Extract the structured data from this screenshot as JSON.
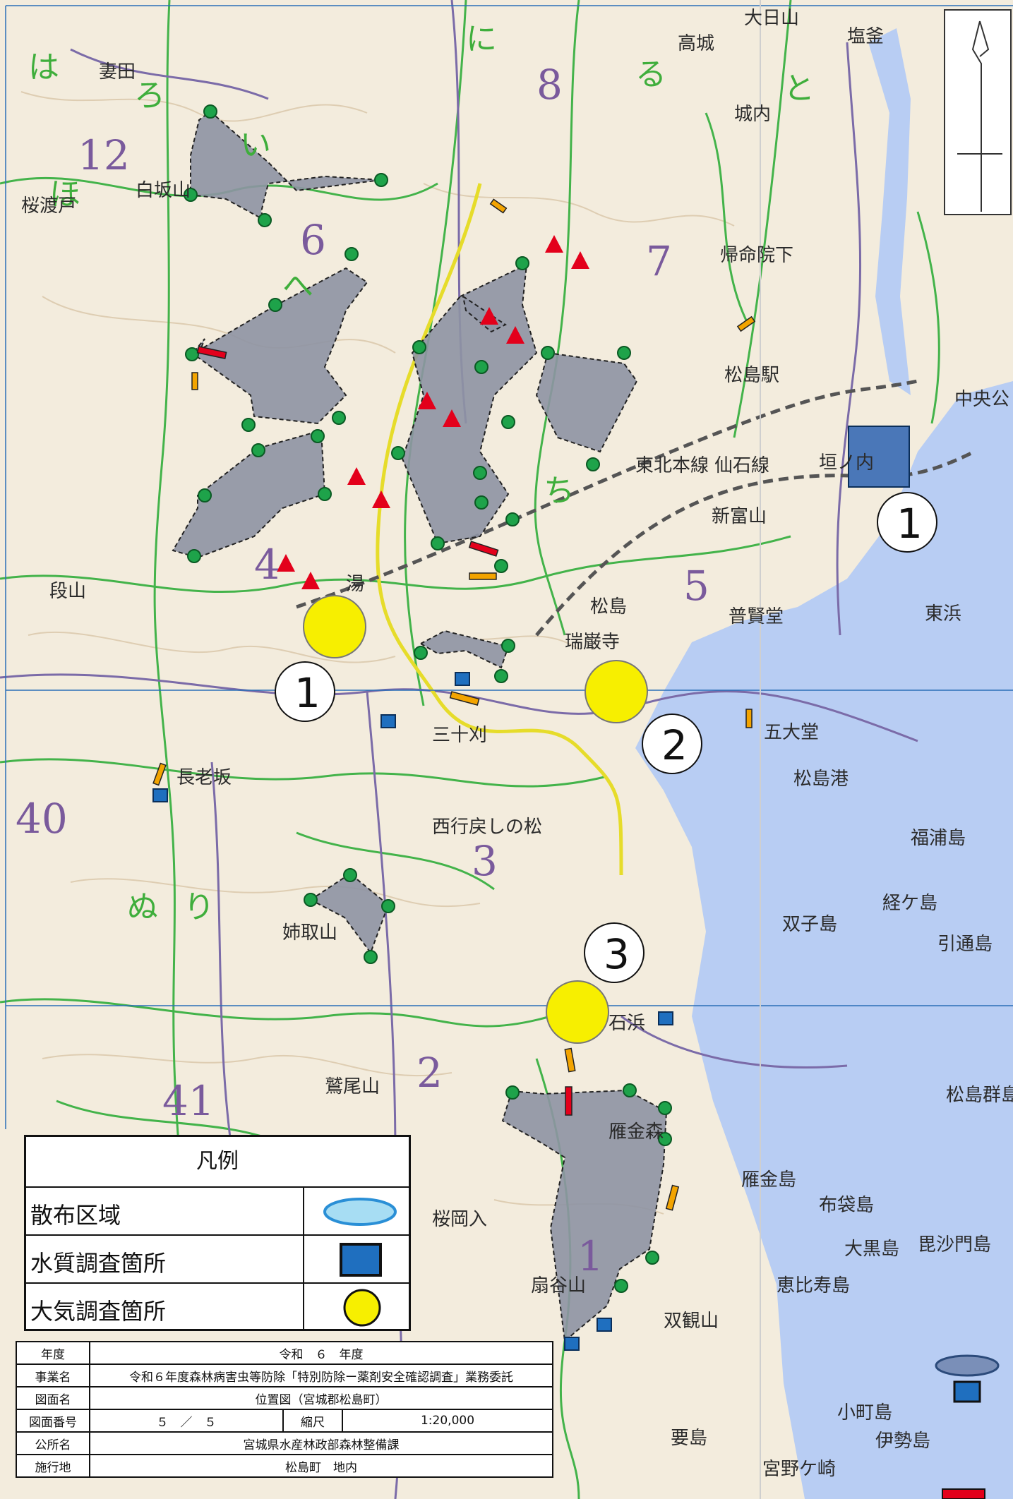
{
  "map_labels": {
    "kana_labels": [
      "は",
      "ろ",
      "い",
      "ほ",
      "に",
      "へ",
      "と",
      "ち",
      "ぬ",
      "り",
      "る"
    ],
    "compartment_numbers": [
      "12",
      "6",
      "8",
      "7",
      "4",
      "5",
      "3",
      "40",
      "41",
      "2",
      "1"
    ],
    "place_names": [
      "大日山",
      "白坂山",
      "松島駅",
      "中央公",
      "新富山",
      "東北本線",
      "仙石線",
      "普賢堂",
      "瑞巌寺",
      "五大堂",
      "松島港",
      "福浦島",
      "経ケ島",
      "双子島",
      "引通島",
      "松島群島",
      "三十刈",
      "西行戻しの松",
      "姉取山",
      "鷲尾山",
      "雁金森",
      "桜岡入",
      "扇谷山",
      "双観山",
      "雁金島",
      "布袋島",
      "大黒島",
      "毘沙門島",
      "恵比寿島",
      "要島",
      "小町島",
      "伊勢島",
      "宮野ケ崎",
      "湯",
      "段山",
      "長老坂",
      "石浜",
      "東浜",
      "帰命院下",
      "城内",
      "高城",
      "妻田",
      "桜渡戸",
      "松島",
      "垣ノ内",
      "塩釜"
    ],
    "marker_numbers": [
      "1",
      "1",
      "2",
      "3"
    ]
  },
  "legend": {
    "title": "凡例",
    "rows": [
      {
        "label": "散布区域",
        "symbol": "spray-area-ellipse"
      },
      {
        "label": "水質調査箇所",
        "symbol": "water-quality-square"
      },
      {
        "label": "大気調査箇所",
        "symbol": "air-survey-circle"
      }
    ]
  },
  "info_table": {
    "rows": [
      {
        "label": "年度",
        "value": "令和　６　年度"
      },
      {
        "label": "事業名",
        "value": "令和６年度森林病害虫等防除「特別防除ー薬剤安全確認調査」業務委託"
      },
      {
        "label": "図面名",
        "value": "位置図（宮城郡松島町）"
      },
      {
        "label": "図面番号",
        "value": "５　／　５",
        "scale_label": "縮尺",
        "scale_value": "1:20,000"
      },
      {
        "label": "公所名",
        "value": "宮城県水産林政部森林整備課"
      },
      {
        "label": "施行地",
        "value": "松島町　地内"
      }
    ]
  },
  "colors": {
    "land": "#f3ecdd",
    "sea": "#b8cdf3",
    "spray_area": "#8e94a3",
    "water_marker": "#1f6fbf",
    "air_marker": "#f7ef00",
    "green_line": "#43b34a",
    "road_purple": "#7b6ba8",
    "red_marker": "#e3001b",
    "orange_marker": "#f3a400"
  }
}
